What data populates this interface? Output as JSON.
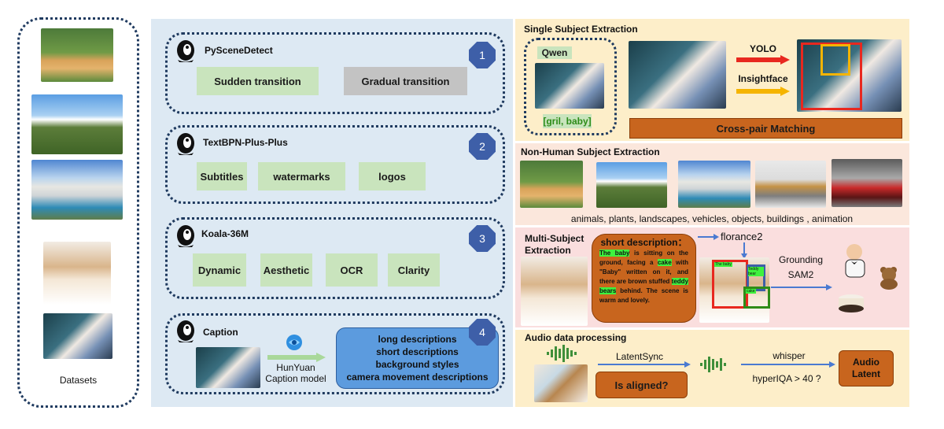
{
  "datasets": {
    "label": "Datasets"
  },
  "pipeline": {
    "pyscenedetect": {
      "title": "PySceneDetect",
      "badge": "1",
      "items": [
        "Sudden transition",
        "Gradual transition"
      ]
    },
    "textbpn": {
      "title": "TextBPN-Plus-Plus",
      "badge": "2",
      "items": [
        "Subtitles",
        "watermarks",
        "logos"
      ]
    },
    "koala": {
      "title": "Koala-36M",
      "badge": "3",
      "items": [
        "Dynamic",
        "Aesthetic",
        "OCR",
        "Clarity"
      ]
    },
    "caption": {
      "title": "Caption",
      "badge": "4",
      "model_line1": "HunYuan",
      "model_line2": "Caption model",
      "descriptions": [
        "long descriptions",
        "short descriptions",
        "background styles",
        "camera movement descriptions"
      ]
    }
  },
  "single_subject": {
    "title": "Single Subject Extraction",
    "qwen_label": "Qwen",
    "tags": "[gril, baby]",
    "yolo": "YOLO",
    "insightface": "Insightface",
    "matching": "Cross-pair Matching"
  },
  "non_human": {
    "title": "Non-Human Subject Extraction",
    "caption": "animals, plants, landscapes, vehicles, objects, buildings , animation"
  },
  "multi_subject": {
    "title_line1": "Multi-Subject",
    "title_line2": "Extraction",
    "short_desc_title": "short description：",
    "desc": {
      "p1": "The baby",
      "p2": " is sitting on the ground, facing a ",
      "p3": "cake",
      "p4": " with \"Baby\" written on it, and there are brown stuffed ",
      "p5": "teddy bears",
      "p6": " behind. The scene is warm and lovely."
    },
    "florance": "florance2",
    "grounding": "Grounding",
    "sam": "SAM2",
    "box_labels": [
      "The baby",
      "Teddy bear",
      "cake"
    ]
  },
  "audio": {
    "title": "Audio data processing",
    "latentsync": "LatentSync",
    "aligned": "Is aligned?",
    "whisper": "whisper",
    "hyperiqa": "hyperIQA > 40 ?",
    "latent_line1": "Audio",
    "latent_line2": "Latent"
  },
  "colors": {
    "panel_blue": "#dde9f3",
    "badge": "#3e5fa8",
    "green": "#c9e4bd",
    "orange": "#c8651e",
    "arrow_red": "#e8281f",
    "arrow_yellow": "#f5b400",
    "arrow_blue": "#4a7ad1"
  }
}
